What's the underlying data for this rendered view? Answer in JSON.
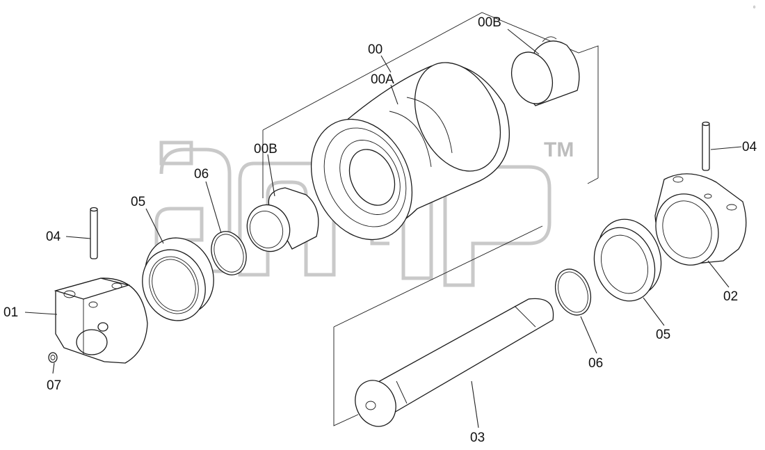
{
  "corner_text": "¤",
  "watermark": {
    "trademark": "TM"
  },
  "labels": {
    "p00": "00",
    "p00a": "00A",
    "p00b_top": "00B",
    "p00b_mid": "00B",
    "p01": "01",
    "p02": "02",
    "p03": "03",
    "p04_left": "04",
    "p04_right": "04",
    "p05_left": "05",
    "p05_right": "05",
    "p06_left": "06",
    "p06_right": "06",
    "p07": "07"
  }
}
